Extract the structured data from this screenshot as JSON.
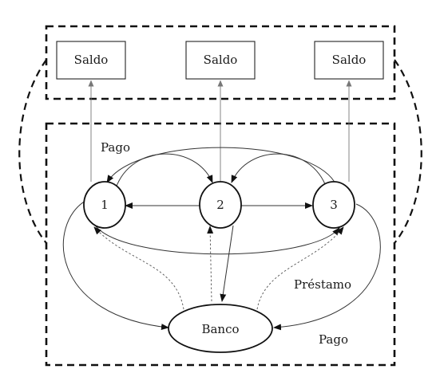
{
  "saldo_boxes": [
    {
      "label": "Saldo"
    },
    {
      "label": "Saldo"
    },
    {
      "label": "Saldo"
    }
  ],
  "nodes": [
    {
      "label": "1"
    },
    {
      "label": "2"
    },
    {
      "label": "3"
    }
  ],
  "bank": {
    "label": "Banco"
  },
  "edge_labels": {
    "pago_top": "Pago",
    "prestamo": "Préstamo",
    "pago_bottom": "Pago"
  }
}
